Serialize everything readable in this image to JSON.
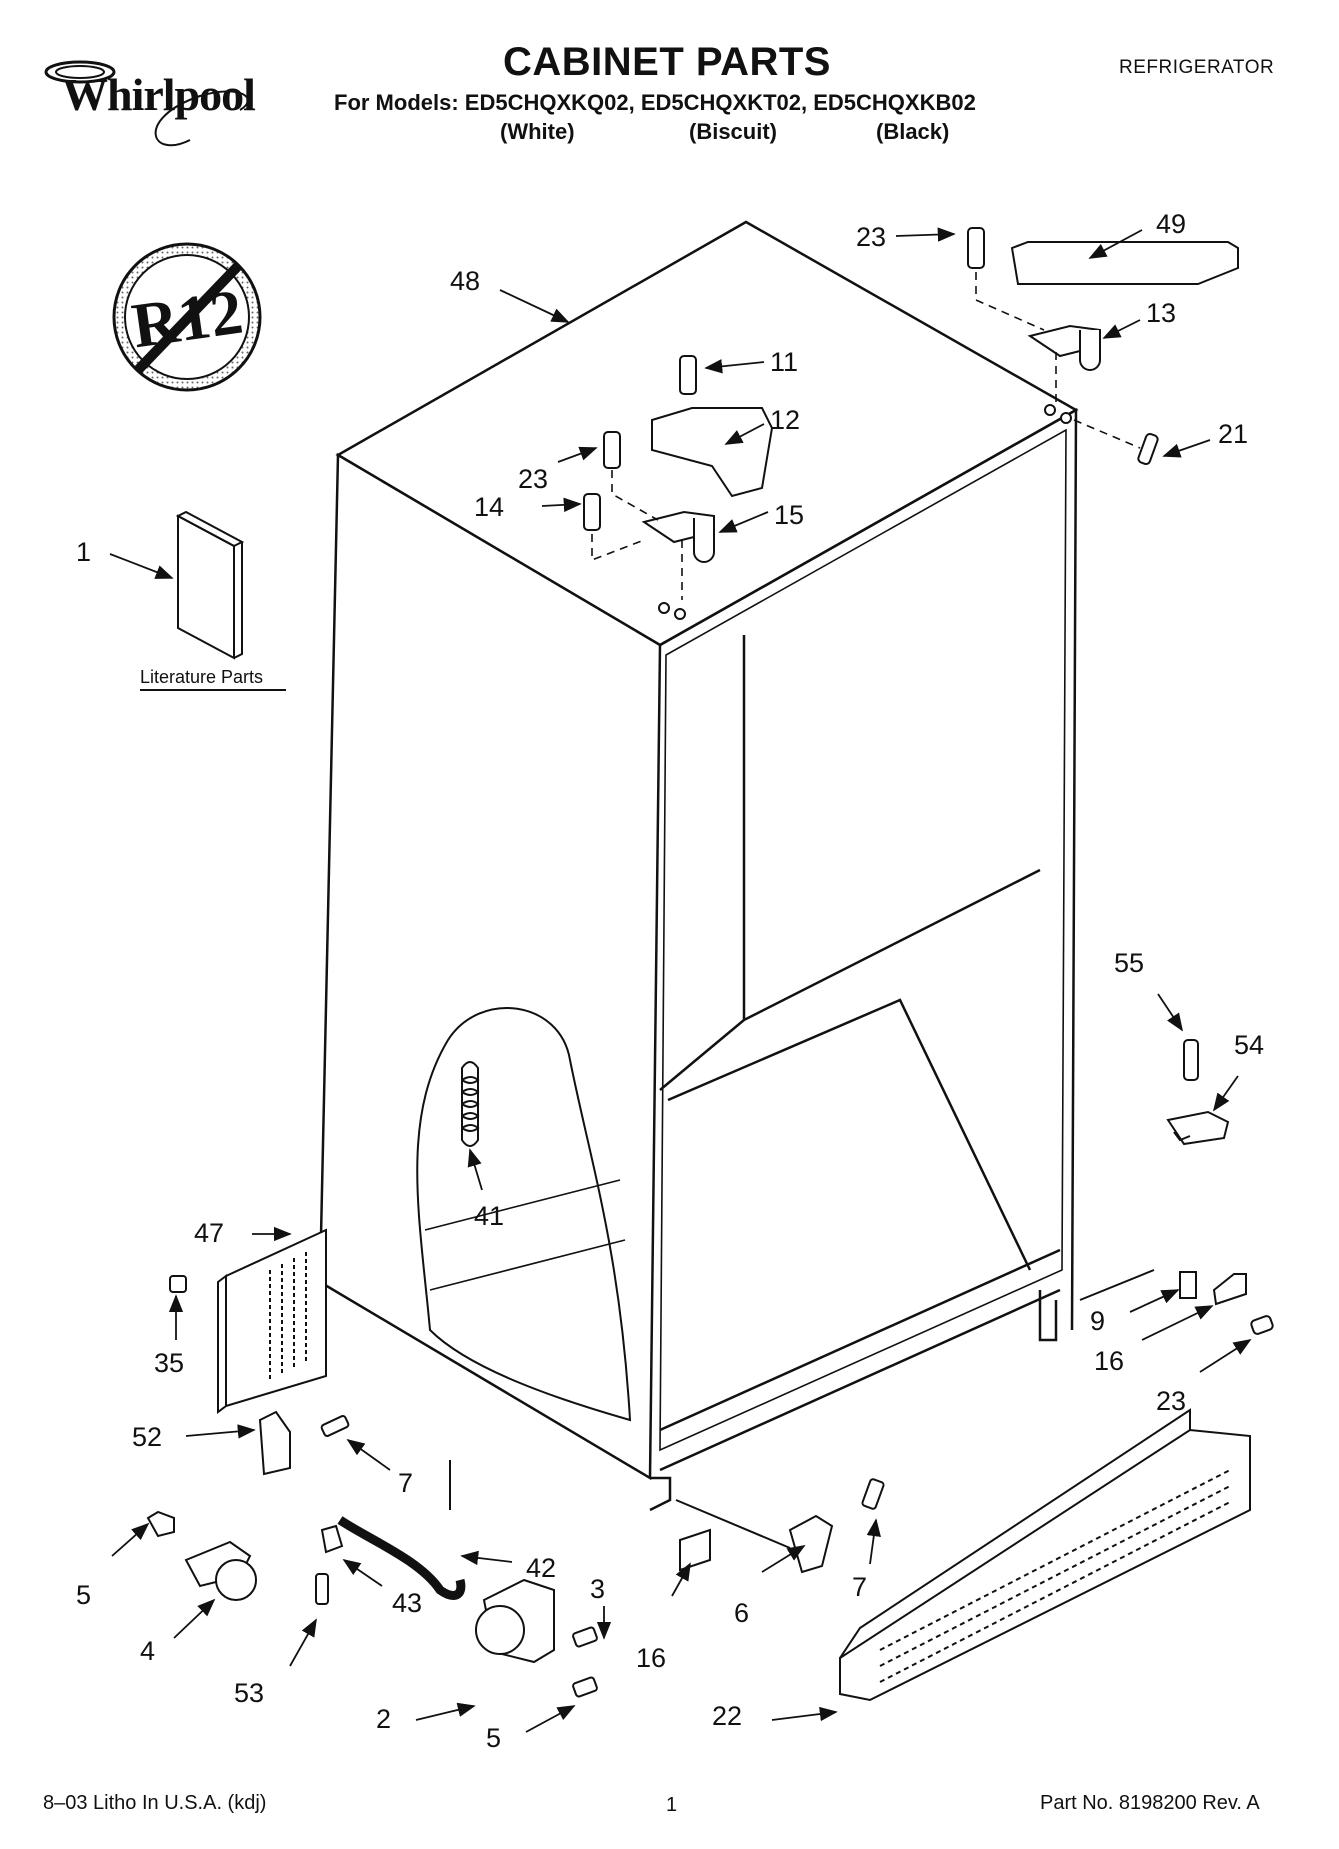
{
  "header": {
    "brand": "Whirlpool",
    "title": "CABINET PARTS",
    "models_line": "For Models: ED5CHQXKQ02, ED5CHQXKT02, ED5CHQXKB02",
    "colors": [
      "(White)",
      "(Biscuit)",
      "(Black)"
    ],
    "category": "REFRIGERATOR"
  },
  "badge": {
    "text": "R12"
  },
  "literature": {
    "label": "Literature Parts"
  },
  "callouts": [
    {
      "label": "48"
    },
    {
      "label": "23"
    },
    {
      "label": "49"
    },
    {
      "label": "13"
    },
    {
      "label": "11"
    },
    {
      "label": "12"
    },
    {
      "label": "23"
    },
    {
      "label": "14"
    },
    {
      "label": "15"
    },
    {
      "label": "21"
    },
    {
      "label": "1"
    },
    {
      "label": "55"
    },
    {
      "label": "54"
    },
    {
      "label": "41"
    },
    {
      "label": "47"
    },
    {
      "label": "35"
    },
    {
      "label": "9"
    },
    {
      "label": "16"
    },
    {
      "label": "23"
    },
    {
      "label": "52"
    },
    {
      "label": "7"
    },
    {
      "label": "5"
    },
    {
      "label": "42"
    },
    {
      "label": "43"
    },
    {
      "label": "3"
    },
    {
      "label": "4"
    },
    {
      "label": "6"
    },
    {
      "label": "7"
    },
    {
      "label": "16"
    },
    {
      "label": "53"
    },
    {
      "label": "2"
    },
    {
      "label": "5"
    },
    {
      "label": "22"
    }
  ],
  "footer": {
    "left": "8–03 Litho In U.S.A. (kdj)",
    "center": "1",
    "right": "Part No. 8198200 Rev. A"
  }
}
